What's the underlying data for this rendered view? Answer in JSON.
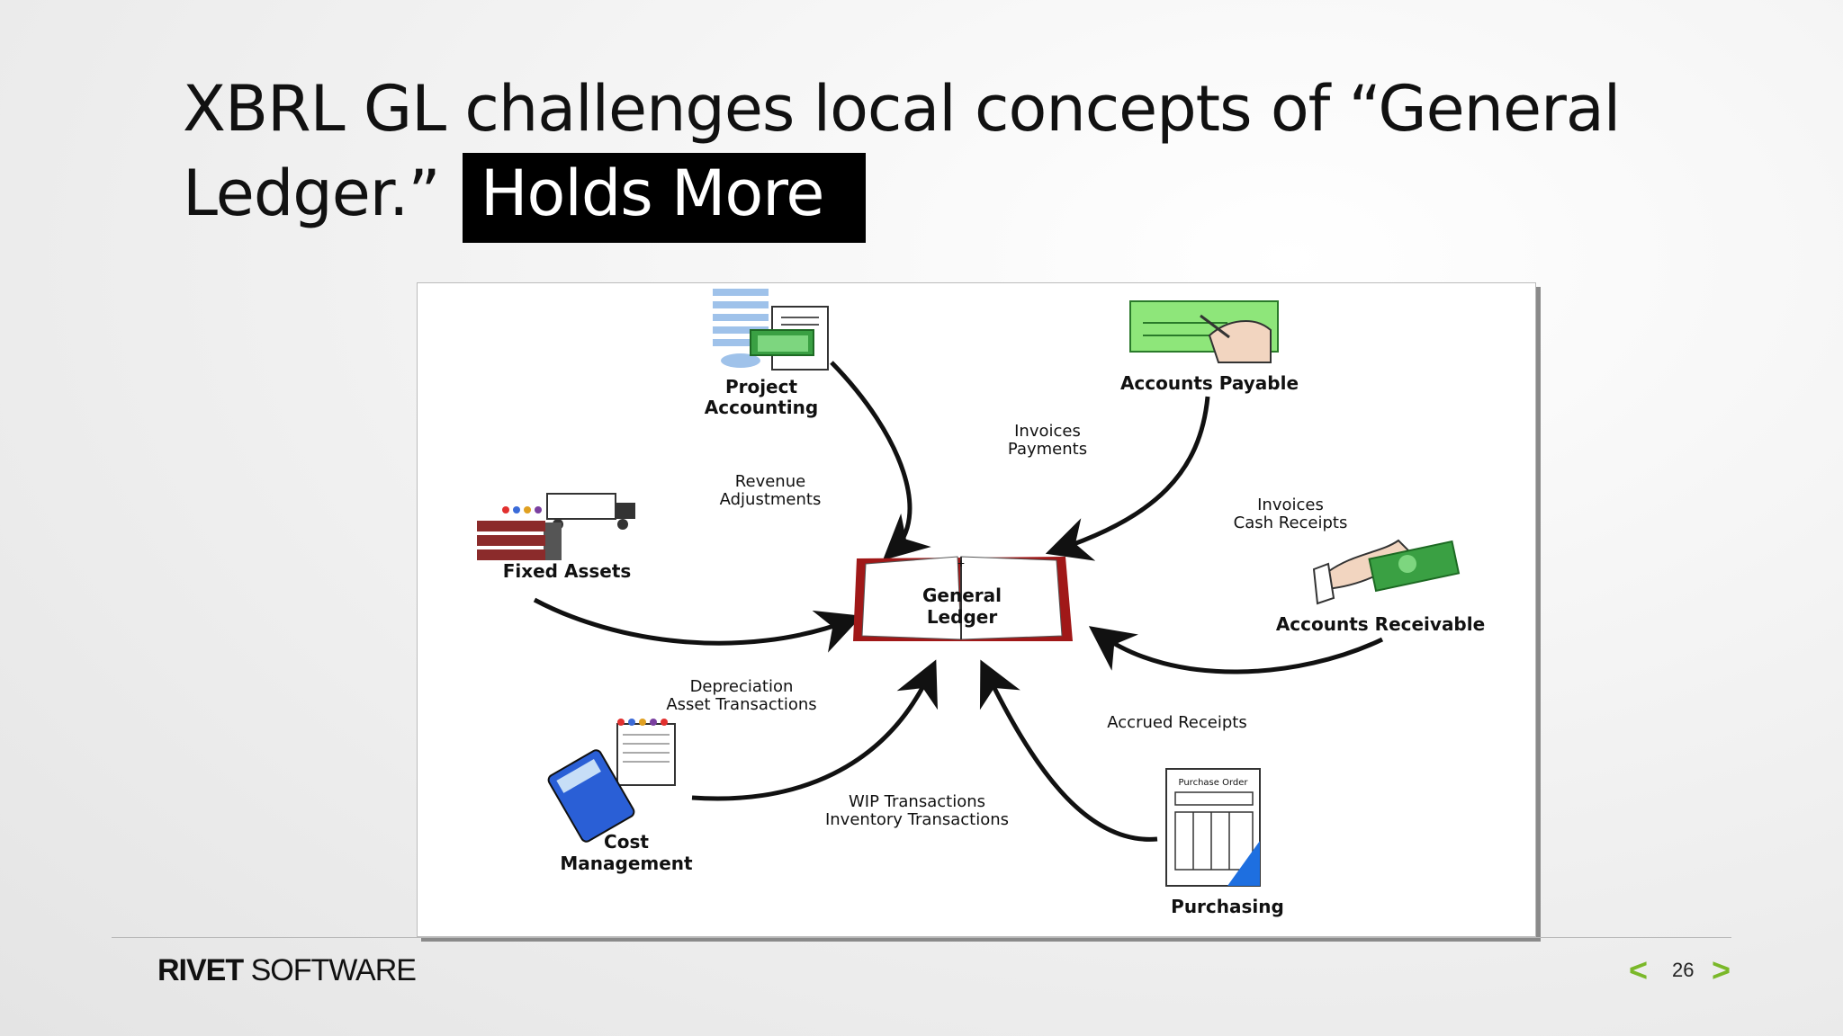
{
  "slide": {
    "title_main": "XBRL GL challenges local concepts of  “General Ledger.”",
    "title_highlight": "Holds More",
    "page_number": "26"
  },
  "brand": {
    "bold": "RIVET",
    "regular": " SOFTWARE"
  },
  "pager": {
    "prev": "<",
    "next": ">"
  },
  "diagram": {
    "center": [
      "General",
      "Ledger"
    ],
    "nodes": {
      "project_accounting": [
        "Project",
        "Accounting"
      ],
      "accounts_payable": "Accounts Payable",
      "fixed_assets": "Fixed Assets",
      "accounts_receivable": "Accounts Receivable",
      "cost_management": [
        "Cost",
        "Management"
      ],
      "purchasing": "Purchasing",
      "purchase_order_form": "Purchase Order"
    },
    "flows": {
      "revenue": [
        "Revenue",
        "Adjustments"
      ],
      "invoices_payments": [
        "Invoices",
        "Payments"
      ],
      "invoices_cash": [
        "Invoices",
        "Cash Receipts"
      ],
      "depreciation": [
        "Depreciation",
        "Asset Transactions"
      ],
      "accrued": "Accrued Receipts",
      "wip": [
        "WIP Transactions",
        "Inventory Transactions"
      ]
    }
  },
  "colors": {
    "book_red": "#a01818",
    "money_green": "#3aa043",
    "check_green": "#8ee67a",
    "calc_blue": "#2a5fd6",
    "arrow_green": "#7ab829"
  }
}
